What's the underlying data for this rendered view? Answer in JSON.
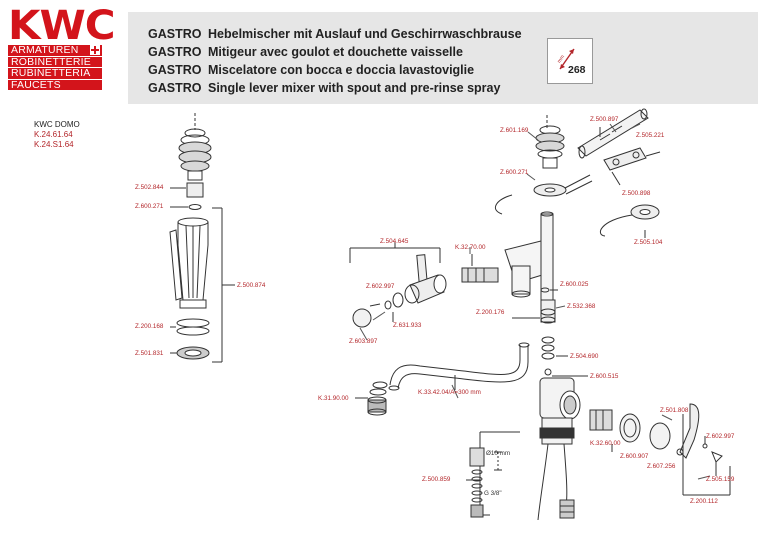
{
  "brand": {
    "name": "KWC",
    "lines": [
      "ARMATUREN",
      "ROBINETTERIE",
      "RUBINETTERIA",
      "FAUCETS"
    ],
    "color": "#d3141b"
  },
  "titles": [
    {
      "series": "GASTRO",
      "text": "Hebelmischer mit Auslauf und  Geschirrwaschbrause"
    },
    {
      "series": "GASTRO",
      "text": "Mitigeur avec goulot et douchette vaisselle"
    },
    {
      "series": "GASTRO",
      "text": "Miscelatore  con bocca e doccia lavastoviglie"
    },
    {
      "series": "GASTRO",
      "text": "Single lever mixer with spout and pre-rinse spray"
    }
  ],
  "page_number": "268",
  "page_unit": "mm",
  "model": {
    "name": "KWC DOMO",
    "codes": [
      "K.24.61.64",
      "K.24.S1.64"
    ]
  },
  "labels": {
    "z502844": "Z.502.844",
    "z600271a": "Z.600.271",
    "z500874": "Z.500.874",
    "z200168": "Z.200.168",
    "z501831": "Z.501.831",
    "z504645": "Z.504.645",
    "k3270": "K.32.70.00",
    "z602997a": "Z.602.997",
    "z631933": "Z.631.933",
    "z603897": "Z.603.897",
    "z600025": "Z.600.025",
    "z532368": "Z.532.368",
    "z200176": "Z.200.176",
    "z504690": "Z.504.690",
    "z600515": "Z.600.515",
    "k3190": "K.31.90.00",
    "k3342": "K.33.42.04/A=300 mm",
    "z601169": "Z.601.169",
    "z500897": "Z.500.897",
    "z505221": "Z.505.221",
    "z600271b": "Z.600.271",
    "z500898": "Z.500.898",
    "z505104": "Z.505.104",
    "z501808": "Z.501.808",
    "k3260": "K.32.60.00",
    "z602997b": "Z.602.997",
    "z600907": "Z.600.907",
    "z607256": "Z.607.256",
    "z505159": "Z.505.159",
    "z200112": "Z.200.112",
    "z500859": "Z.500.859",
    "dim10": "Ø10 mm",
    "g38": "G 3/8\""
  }
}
